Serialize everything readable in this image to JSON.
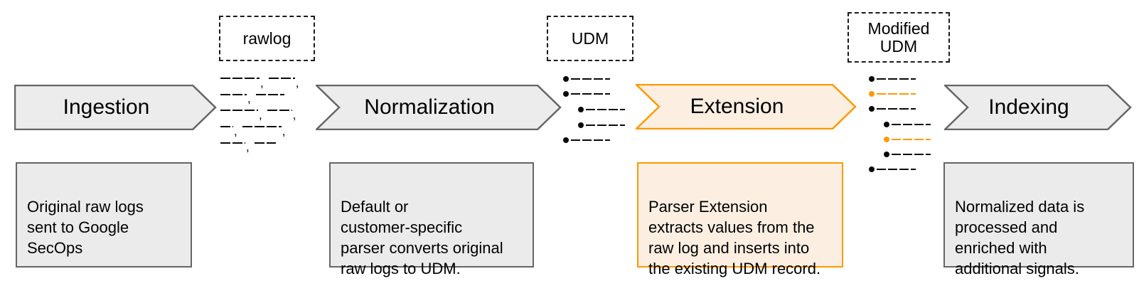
{
  "diagram": {
    "concept_labels": {
      "rawlog": "rawlog",
      "udm": "UDM",
      "modified_udm": "Modified UDM"
    },
    "stages": [
      {
        "label": "Ingestion",
        "description": "Original raw logs\nsent to Google SecOps"
      },
      {
        "label": "Normalization",
        "description": "Default or\ncustomer-specific\nparser converts original\nraw logs to UDM."
      },
      {
        "label": "Extension",
        "description": "Parser Extension\nextracts values from the\nraw log and inserts into\nthe existing UDM record."
      },
      {
        "label": "Indexing",
        "description": "Normalized data is\nprocessed and\nenriched with\nadditional signals."
      }
    ],
    "colors": {
      "accent_orange": "#ff9900",
      "orange_fill": "#fcefe2",
      "gray_fill": "#ececec",
      "gray_border": "#666666",
      "text": "#000000"
    },
    "placeholders": {
      "rawlog_lines": [
        {
          "segments": [
            55,
            37
          ],
          "trailing_comma": true
        },
        {
          "segments": [
            37,
            40
          ],
          "trailing_comma": false
        },
        {
          "segments": [
            53,
            35
          ],
          "trailing_comma": true
        },
        {
          "segments": [
            18,
            55
          ],
          "trailing_comma": true
        },
        {
          "segments": [
            35,
            30
          ],
          "trailing_comma": false
        }
      ],
      "udm_fields": [
        {
          "indent": false,
          "highlight": false
        },
        {
          "indent": false,
          "highlight": false
        },
        {
          "indent": true,
          "highlight": false
        },
        {
          "indent": true,
          "highlight": false
        },
        {
          "indent": false,
          "highlight": false
        }
      ],
      "modified_udm_fields": [
        {
          "indent": false,
          "highlight": false
        },
        {
          "indent": false,
          "highlight": true
        },
        {
          "indent": false,
          "highlight": false
        },
        {
          "indent": true,
          "highlight": false
        },
        {
          "indent": true,
          "highlight": true
        },
        {
          "indent": true,
          "highlight": false
        },
        {
          "indent": false,
          "highlight": false
        }
      ]
    }
  }
}
